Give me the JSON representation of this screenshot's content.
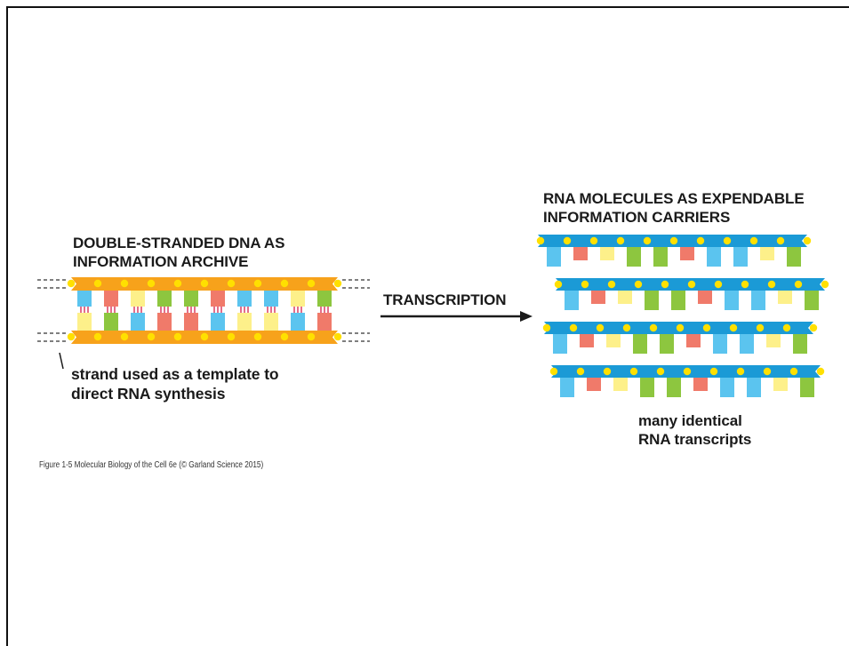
{
  "dna": {
    "title_line1": "DOUBLE-STRANDED DNA AS",
    "title_line2": "INFORMATION ARCHIVE",
    "note_line1": "strand used as a template to",
    "note_line2": "direct RNA synthesis"
  },
  "transcription": {
    "label": "TRANSCRIPTION"
  },
  "rna": {
    "title_line1": "RNA MOLECULES AS EXPENDABLE",
    "title_line2": "INFORMATION CARRIERS",
    "caption_line1": "many identical",
    "caption_line2": "RNA transcripts"
  },
  "figure_caption": "Figure 1-5  Molecular Biology of the Cell 6e (© Garland Science 2015)",
  "colors": {
    "backbone_dna": "#f7a21b",
    "backbone_rna": "#1b9ad6",
    "phosphate": "#ffe000",
    "base_blue": "#5bc4ef",
    "base_red": "#f07a6a",
    "base_yellow": "#fdf08a",
    "base_green": "#8dc63f",
    "hbond": "#d6204b",
    "arrow": "#1a1a1a"
  },
  "sequence": {
    "rna_bases": [
      "blue",
      "red",
      "yellow",
      "green",
      "green",
      "red",
      "blue",
      "blue",
      "yellow",
      "green"
    ],
    "dna_top_bases": [
      "blue",
      "red",
      "yellow",
      "green",
      "green",
      "red",
      "blue",
      "blue",
      "yellow",
      "green"
    ],
    "dna_bottom_bases": [
      "yellow",
      "green",
      "blue",
      "red",
      "red",
      "blue",
      "yellow",
      "yellow",
      "blue",
      "red"
    ]
  }
}
